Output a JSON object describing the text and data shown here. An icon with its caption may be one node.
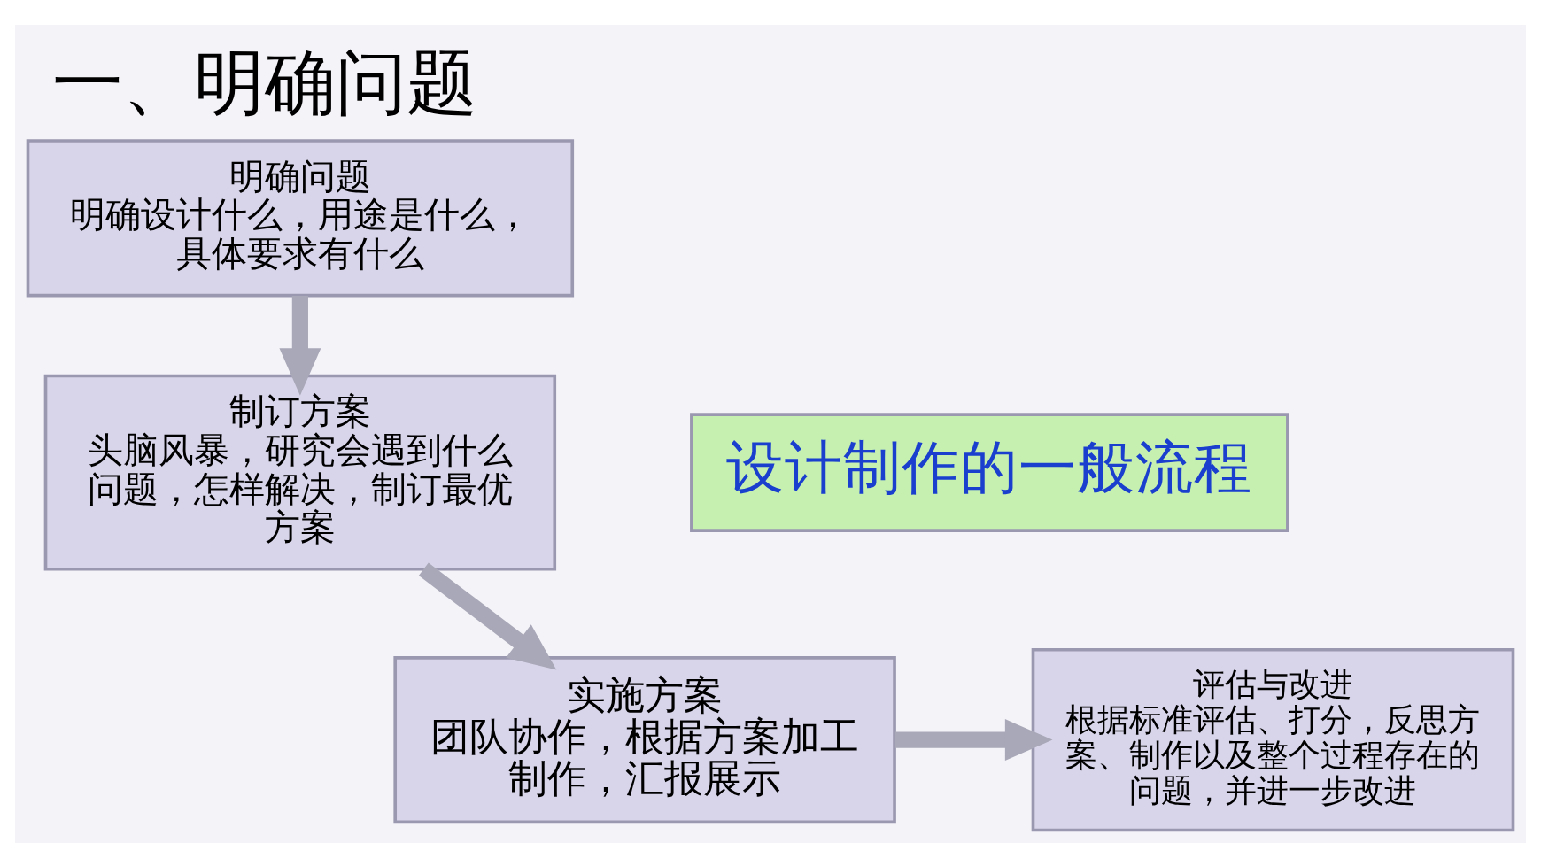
{
  "diagram": {
    "title": "一、明确问题",
    "nodes": [
      {
        "text": [
          "明确问题",
          "明确设计什么，用途是什么，具体要求有什么"
        ]
      },
      {
        "text": [
          "设计制作的一般流程"
        ]
      },
      {
        "text": [
          "制订方案",
          "头脑风暴，研究会遇到什么问题，怎样解决，制订最优方案"
        ]
      },
      {
        "text": [
          "实施方案",
          "团队协作，根据方案加工制作，汇报展示"
        ]
      },
      {
        "text": [
          "评估与改进",
          "根据标准评估、打分，反思方案、制作以及整个过程存在的问题，并进一步改进"
        ]
      }
    ],
    "edges": [
      {
        "from": 0,
        "to": 2,
        "arrow": "to"
      },
      {
        "from": 2,
        "to": 3,
        "arrow": "to"
      },
      {
        "from": 3,
        "to": 4,
        "arrow": "to"
      }
    ]
  }
}
